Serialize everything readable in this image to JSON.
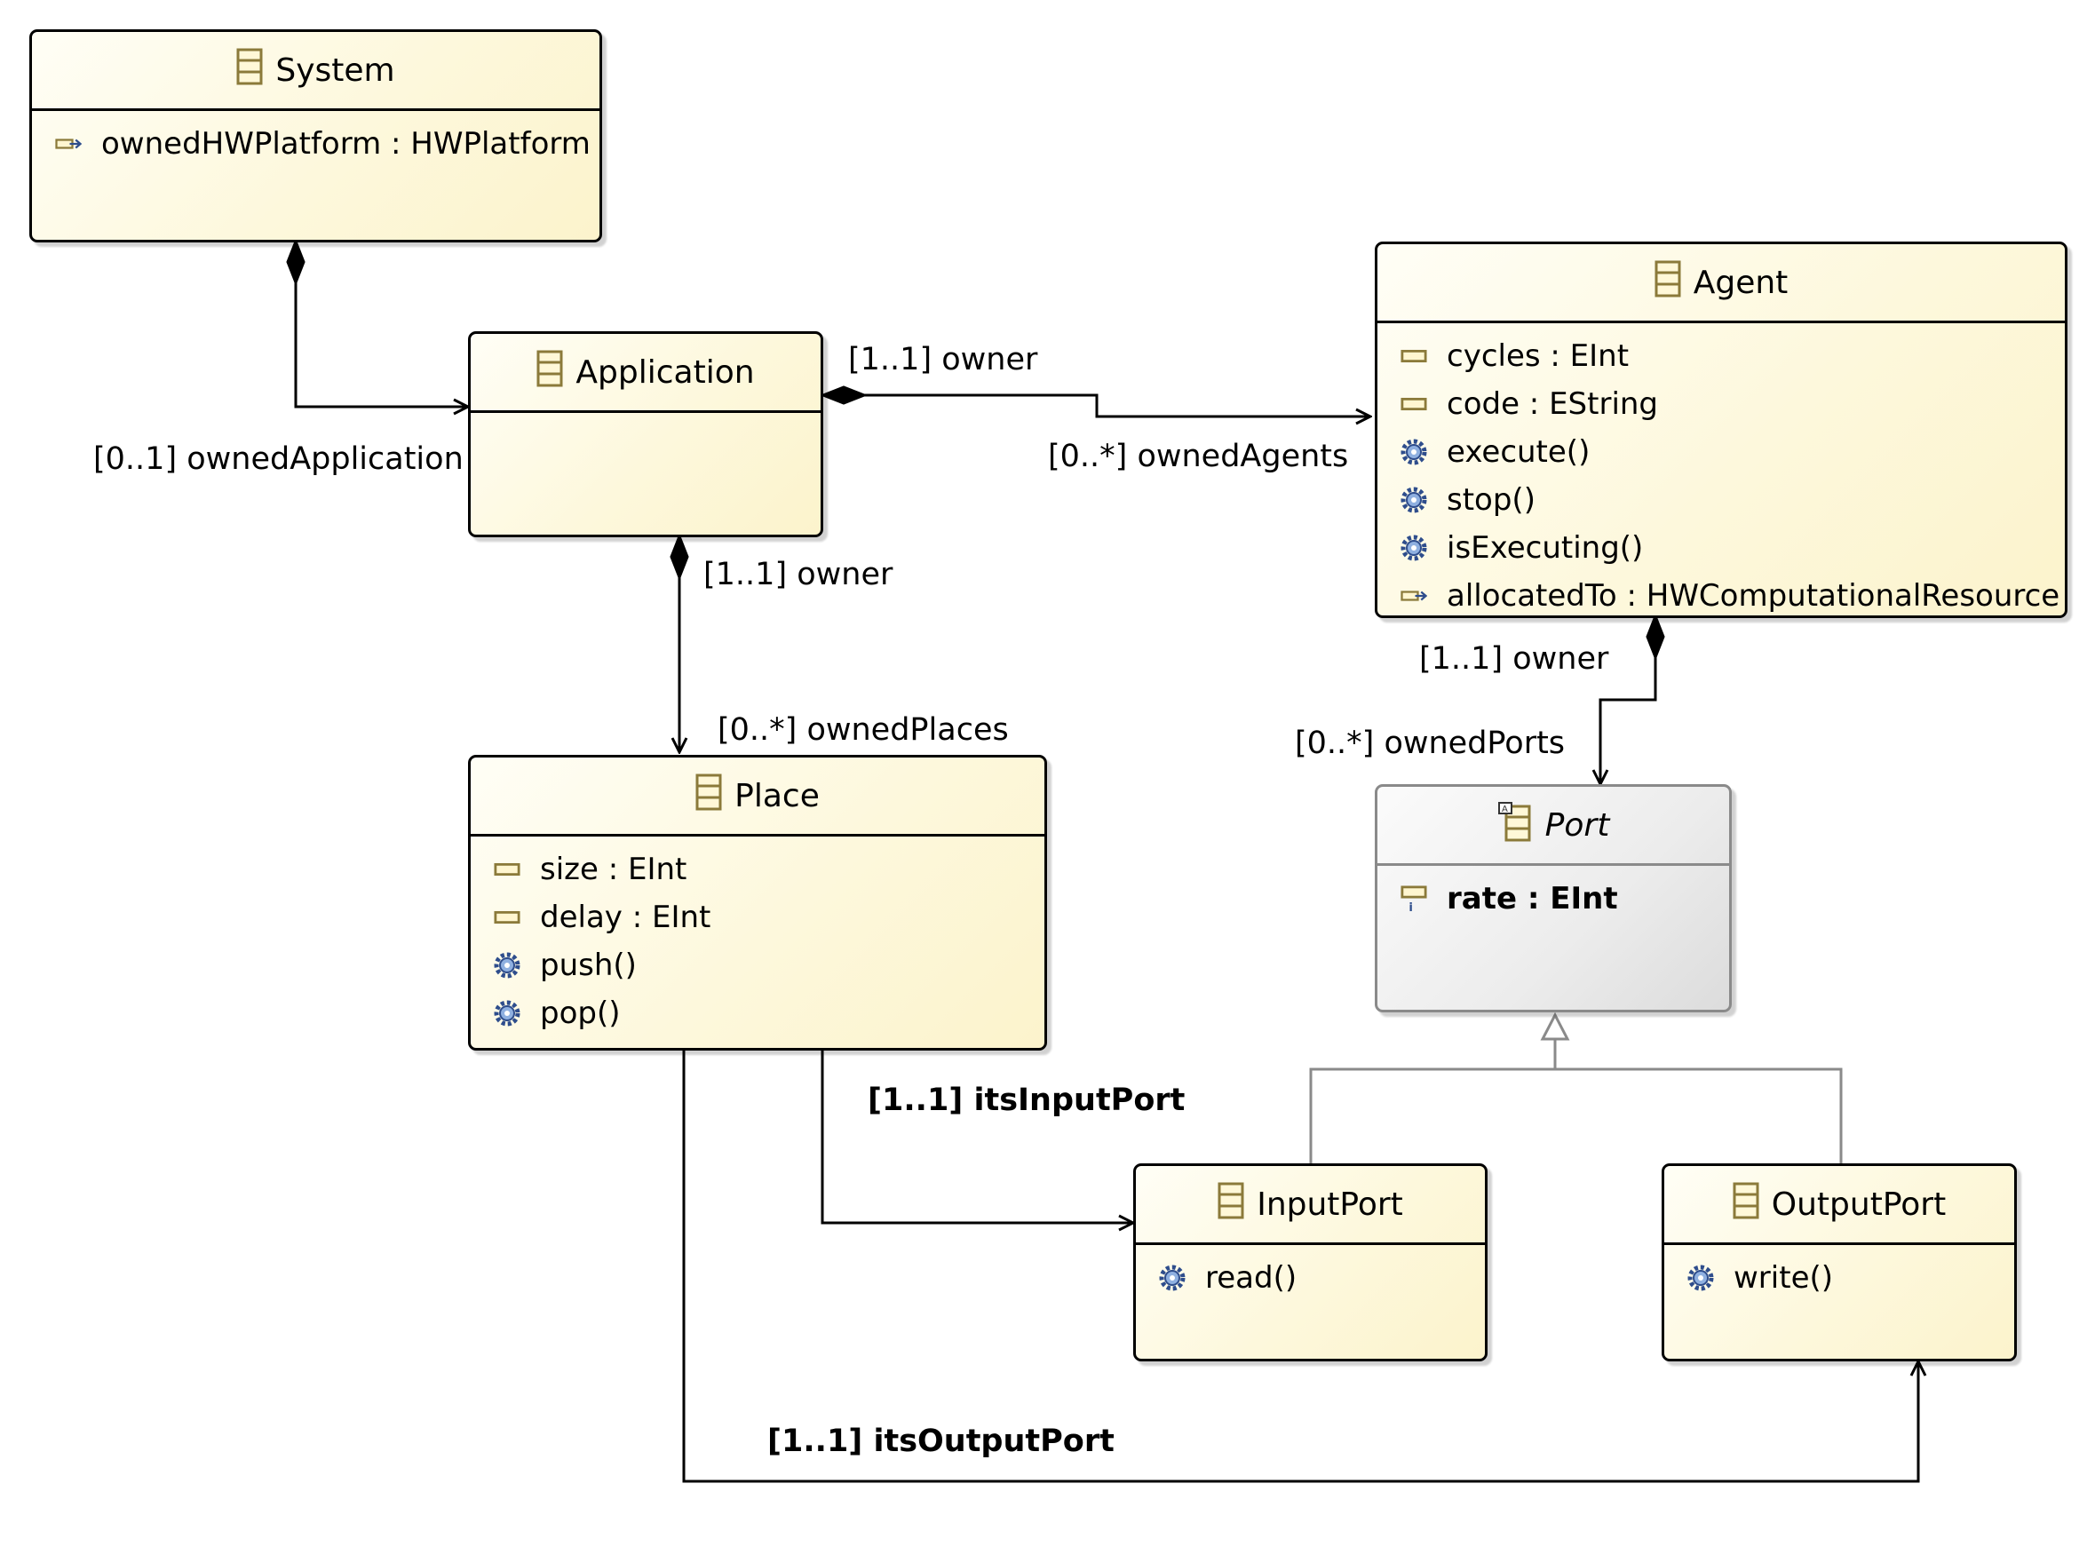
{
  "classes": {
    "system": {
      "name": "System",
      "attributes": [
        {
          "text": "ownedHWPlatform : HWPlatform",
          "icon": "reference-icon"
        }
      ]
    },
    "application": {
      "name": "Application",
      "attributes": []
    },
    "agent": {
      "name": "Agent",
      "attributes": [
        {
          "text": "cycles : EInt",
          "icon": "attribute-icon"
        },
        {
          "text": "code : EString",
          "icon": "attribute-icon"
        },
        {
          "text": "execute()",
          "icon": "operation-icon"
        },
        {
          "text": "stop()",
          "icon": "operation-icon"
        },
        {
          "text": "isExecuting()",
          "icon": "operation-icon"
        },
        {
          "text": "allocatedTo : HWComputationalResource",
          "icon": "reference-icon"
        }
      ]
    },
    "place": {
      "name": "Place",
      "attributes": [
        {
          "text": "size : EInt",
          "icon": "attribute-icon"
        },
        {
          "text": "delay : EInt",
          "icon": "attribute-icon"
        },
        {
          "text": "push()",
          "icon": "operation-icon"
        },
        {
          "text": "pop()",
          "icon": "operation-icon"
        }
      ]
    },
    "port": {
      "name": "Port",
      "abstract": true,
      "attributes": [
        {
          "text": "rate : EInt",
          "icon": "id-attribute-icon"
        }
      ]
    },
    "inputport": {
      "name": "InputPort",
      "attributes": [
        {
          "text": "read()",
          "icon": "operation-icon"
        }
      ]
    },
    "outputport": {
      "name": "OutputPort",
      "attributes": [
        {
          "text": "write()",
          "icon": "operation-icon"
        }
      ]
    }
  },
  "labels": {
    "owned_application": "[0..1] ownedApplication",
    "app_agent_owner": "[1..1] owner",
    "owned_agents": "[0..*] ownedAgents",
    "app_place_owner": "[1..1] owner",
    "owned_places": "[0..*] ownedPlaces",
    "agent_port_owner": "[1..1] owner",
    "owned_ports": "[0..*] ownedPorts",
    "its_input_port": "[1..1] itsInputPort",
    "its_output_port": "[1..1] itsOutputPort"
  },
  "colors": {
    "class_border": "#000000",
    "abstract_border": "#8a8a8a",
    "class_fill": "#fdf8dc",
    "abstract_fill": "#ececec",
    "icon_olive": "#8b7a3a",
    "gear_blue": "#2e4d8c"
  }
}
